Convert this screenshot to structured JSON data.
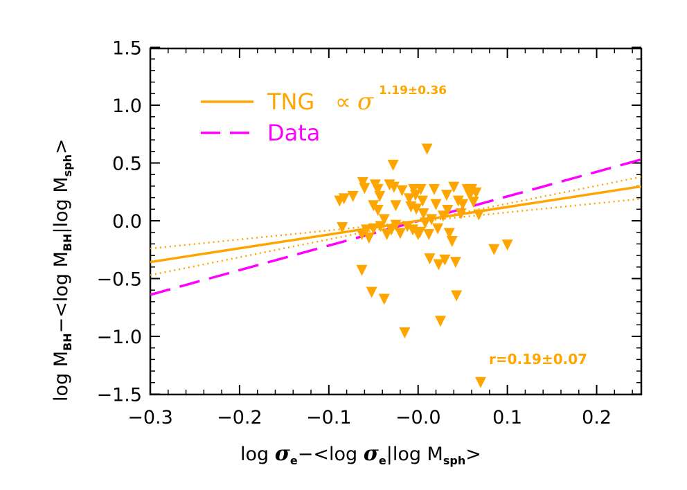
{
  "chart_data": {
    "type": "scatter",
    "xlim": [
      -0.3,
      0.25
    ],
    "ylim": [
      -1.55,
      1.55
    ],
    "xticks": [
      -0.3,
      -0.2,
      -0.1,
      0.0,
      0.1,
      0.2
    ],
    "xtick_labels": [
      "−0.3",
      "−0.2",
      "−0.1",
      "−0.0",
      "0.1",
      "0.2"
    ],
    "yticks": [
      -1.5,
      -1.0,
      -0.5,
      0.0,
      0.5,
      1.0,
      1.5
    ],
    "ytick_labels": [
      "−1.5",
      "−1.0",
      "−0.5",
      "0.0",
      "0.5",
      "1.0",
      "1.5"
    ],
    "xlabel": {
      "prefix": "log ",
      "sym1": "σ",
      "sub1": "e",
      "mid": "−<log ",
      "sym2": "σ",
      "sub2": "e",
      "end": "|log M",
      "sub3": "sph",
      "close": ">"
    },
    "ylabel": {
      "p1": "log M",
      "s1": "BH",
      "p2": "−<log M",
      "s2": "BH",
      "p3": "|log M",
      "s3": "sph",
      "p4": ">"
    },
    "colors": {
      "tng": "#ffa500",
      "data": "#ff00ff"
    },
    "points": [
      {
        "x": -0.088,
        "y": 0.17
      },
      {
        "x": -0.083,
        "y": 0.19
      },
      {
        "x": -0.085,
        "y": -0.06
      },
      {
        "x": -0.073,
        "y": 0.21
      },
      {
        "x": -0.062,
        "y": 0.33
      },
      {
        "x": -0.06,
        "y": 0.28
      },
      {
        "x": -0.063,
        "y": -0.12
      },
      {
        "x": -0.058,
        "y": -0.08
      },
      {
        "x": -0.048,
        "y": 0.31
      },
      {
        "x": -0.045,
        "y": 0.27
      },
      {
        "x": -0.043,
        "y": 0.21
      },
      {
        "x": -0.05,
        "y": 0.13
      },
      {
        "x": -0.045,
        "y": 0.09
      },
      {
        "x": -0.05,
        "y": -0.07
      },
      {
        "x": -0.055,
        "y": -0.15
      },
      {
        "x": -0.063,
        "y": -0.43
      },
      {
        "x": -0.052,
        "y": -0.62
      },
      {
        "x": -0.038,
        "y": -0.68
      },
      {
        "x": -0.042,
        "y": -0.05
      },
      {
        "x": -0.038,
        "y": 0.01
      },
      {
        "x": -0.035,
        "y": -0.12
      },
      {
        "x": -0.032,
        "y": 0.31
      },
      {
        "x": -0.028,
        "y": 0.48
      },
      {
        "x": -0.027,
        "y": 0.29
      },
      {
        "x": -0.025,
        "y": 0.13
      },
      {
        "x": -0.03,
        "y": -0.08
      },
      {
        "x": -0.025,
        "y": -0.04
      },
      {
        "x": -0.018,
        "y": 0.26
      },
      {
        "x": -0.02,
        "y": -0.11
      },
      {
        "x": -0.015,
        "y": -0.97
      },
      {
        "x": -0.012,
        "y": -0.05
      },
      {
        "x": -0.01,
        "y": 0.19
      },
      {
        "x": -0.008,
        "y": 0.12
      },
      {
        "x": -0.005,
        "y": 0.27
      },
      {
        "x": -0.003,
        "y": 0.22
      },
      {
        "x": -0.002,
        "y": 0.1
      },
      {
        "x": -0.006,
        "y": -0.08
      },
      {
        "x": 0.0,
        "y": -0.12
      },
      {
        "x": 0.002,
        "y": -0.1
      },
      {
        "x": 0.003,
        "y": 0.27
      },
      {
        "x": 0.005,
        "y": 0.17
      },
      {
        "x": 0.006,
        "y": 0.06
      },
      {
        "x": 0.008,
        "y": -0.02
      },
      {
        "x": 0.01,
        "y": 0.62
      },
      {
        "x": 0.012,
        "y": -0.12
      },
      {
        "x": 0.013,
        "y": -0.33
      },
      {
        "x": 0.015,
        "y": 0.01
      },
      {
        "x": 0.018,
        "y": 0.27
      },
      {
        "x": 0.02,
        "y": 0.14
      },
      {
        "x": 0.022,
        "y": -0.07
      },
      {
        "x": 0.023,
        "y": -0.38
      },
      {
        "x": 0.025,
        "y": -0.87
      },
      {
        "x": 0.028,
        "y": 0.04
      },
      {
        "x": 0.03,
        "y": -0.34
      },
      {
        "x": 0.032,
        "y": 0.22
      },
      {
        "x": 0.033,
        "y": 0.09
      },
      {
        "x": 0.035,
        "y": -0.11
      },
      {
        "x": 0.038,
        "y": -0.18
      },
      {
        "x": 0.04,
        "y": 0.29
      },
      {
        "x": 0.042,
        "y": -0.36
      },
      {
        "x": 0.043,
        "y": -0.65
      },
      {
        "x": 0.045,
        "y": 0.17
      },
      {
        "x": 0.048,
        "y": 0.06
      },
      {
        "x": 0.05,
        "y": 0.14
      },
      {
        "x": 0.055,
        "y": 0.27
      },
      {
        "x": 0.058,
        "y": 0.22
      },
      {
        "x": 0.06,
        "y": 0.27
      },
      {
        "x": 0.062,
        "y": 0.16
      },
      {
        "x": 0.068,
        "y": 0.05
      },
      {
        "x": 0.065,
        "y": 0.24
      },
      {
        "x": 0.07,
        "y": -1.4
      },
      {
        "x": 0.085,
        "y": -0.25
      },
      {
        "x": 0.1,
        "y": -0.21
      }
    ],
    "lines": {
      "tng": {
        "slope": 1.19,
        "intercept": 0.0
      },
      "tng_upper": [
        {
          "x": -0.3,
          "y": -0.47
        },
        {
          "x": 0.25,
          "y": 0.38
        }
      ],
      "tng_lower": [
        {
          "x": -0.3,
          "y": -0.24
        },
        {
          "x": 0.25,
          "y": 0.19
        }
      ],
      "data": [
        {
          "x": -0.3,
          "y": -0.64
        },
        {
          "x": 0.25,
          "y": 0.53
        }
      ]
    },
    "legend": {
      "placement": "top-left",
      "tng_label": "TNG",
      "prop_symbol": "∝",
      "sigma_symbol": "σ",
      "exponent": "1.19±0.36",
      "data_label": "Data"
    },
    "annotation": "r=0.19±0.07"
  }
}
